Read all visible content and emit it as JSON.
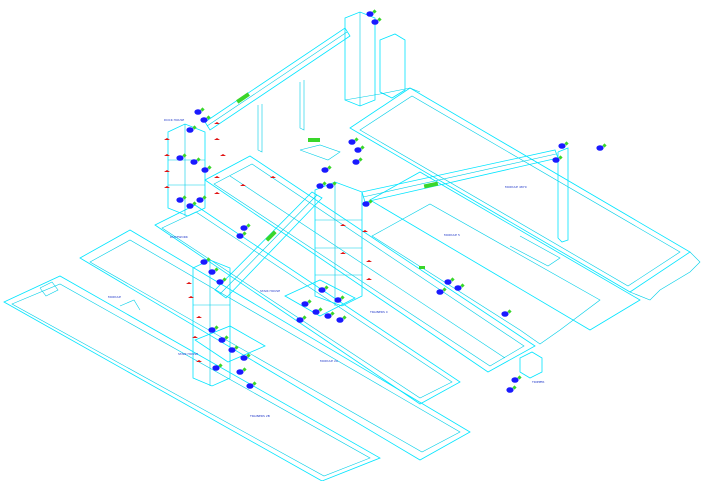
{
  "colors": {
    "background": "#ffffff",
    "line": "#00e5ff",
    "valve_blue": "#1a1aff",
    "marker_green": "#39d62a",
    "marker_red": "#e01010",
    "label_text": "#1c34c8"
  },
  "labels": {
    "upper_left_block": "DOCK HOUSE",
    "right_building": "MODULE 4870",
    "right_room": "MODULE 5",
    "center_block": "STAIR HOUSE",
    "center_lower": "MODULE 2A",
    "center_room": "TRAINERS C",
    "lower_left_block": "STAIR HOUSE",
    "lower_left_room": "TRAINERS 2B",
    "left_slab": "MODULE",
    "right_end": "TRIPPER",
    "pipe_text": "DUCTWORK"
  }
}
